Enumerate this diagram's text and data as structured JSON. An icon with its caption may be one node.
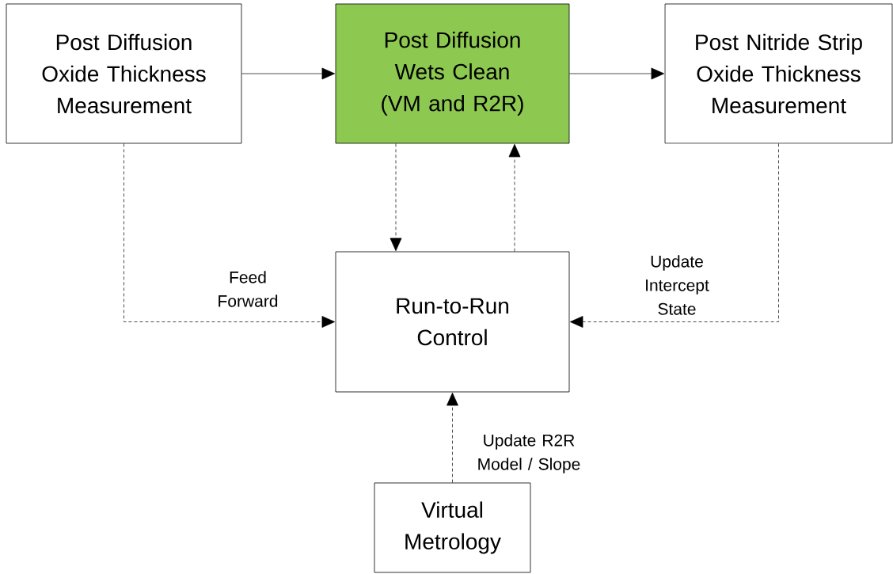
{
  "diagram": {
    "nodes": [
      {
        "text": [
          "Post Diffusion Oxide Thickness Measurement"
        ]
      },
      {
        "text": [
          "Post Diffusion Wets Clean (VM and R2R)"
        ]
      },
      {
        "text": [
          "Post Nitride Strip Oxide Thickness Measurement"
        ]
      },
      {
        "text": [
          "Run-to-Run Control"
        ]
      },
      {
        "text": [
          "Virtual Metrology"
        ]
      }
    ],
    "edges": [
      {
        "from": 0,
        "to": 1,
        "arrow": "to"
      },
      {
        "from": 1,
        "to": 2,
        "arrow": "to"
      },
      {
        "from": 0,
        "to": 3,
        "arrow": "to",
        "style": "dashed",
        "label": "Feed Forward"
      },
      {
        "from": 1,
        "to": 3,
        "arrow": "to",
        "style": "dashed"
      },
      {
        "from": 3,
        "to": 1,
        "arrow": "to",
        "style": "dashed"
      },
      {
        "from": 2,
        "to": 3,
        "arrow": "to",
        "style": "dashed",
        "label": "Update Intercept State"
      },
      {
        "from": 4,
        "to": 3,
        "arrow": "to",
        "style": "dashed",
        "label": "Update R2R Model / Slope"
      }
    ]
  }
}
